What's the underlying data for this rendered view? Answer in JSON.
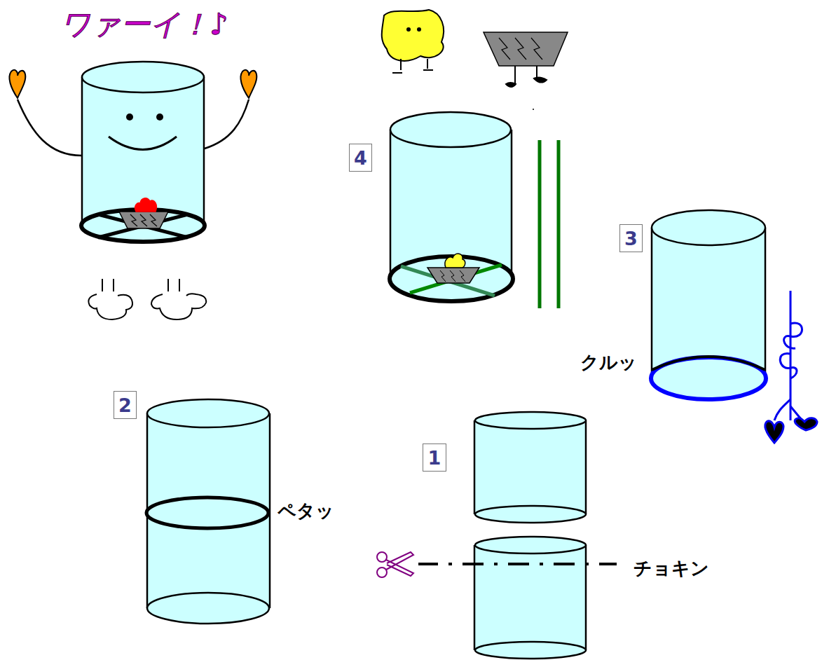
{
  "diagram": {
    "nodes": [
      {
        "text": [
          "4"
        ]
      },
      {
        "text": [
          "3"
        ]
      },
      {
        "text": [
          "2"
        ]
      },
      {
        "text": [
          "1"
        ]
      }
    ],
    "labels": [
      "ワァーイ！♪",
      "クルッ",
      "ペタッ",
      "チョキン"
    ]
  }
}
